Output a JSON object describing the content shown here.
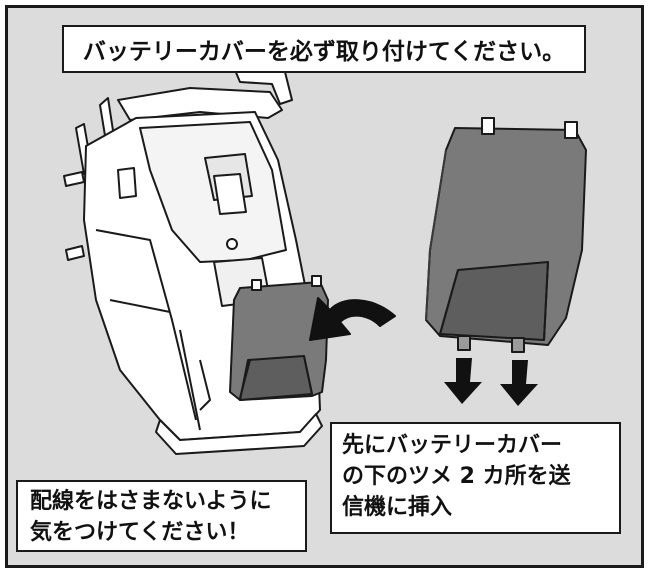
{
  "title": "バッテリーカバーを必ず取り付けてください。",
  "note_right": "先にバッテリーカバー\nの下のツメ 2 カ所を送\n信機に挿入",
  "note_left": "配線をはさまないように\n気をつけてください！",
  "colors": {
    "background": "#dcdcdc",
    "border": "#1a1a1a",
    "cover": "#7a7a7a",
    "body": "#ffffff"
  }
}
